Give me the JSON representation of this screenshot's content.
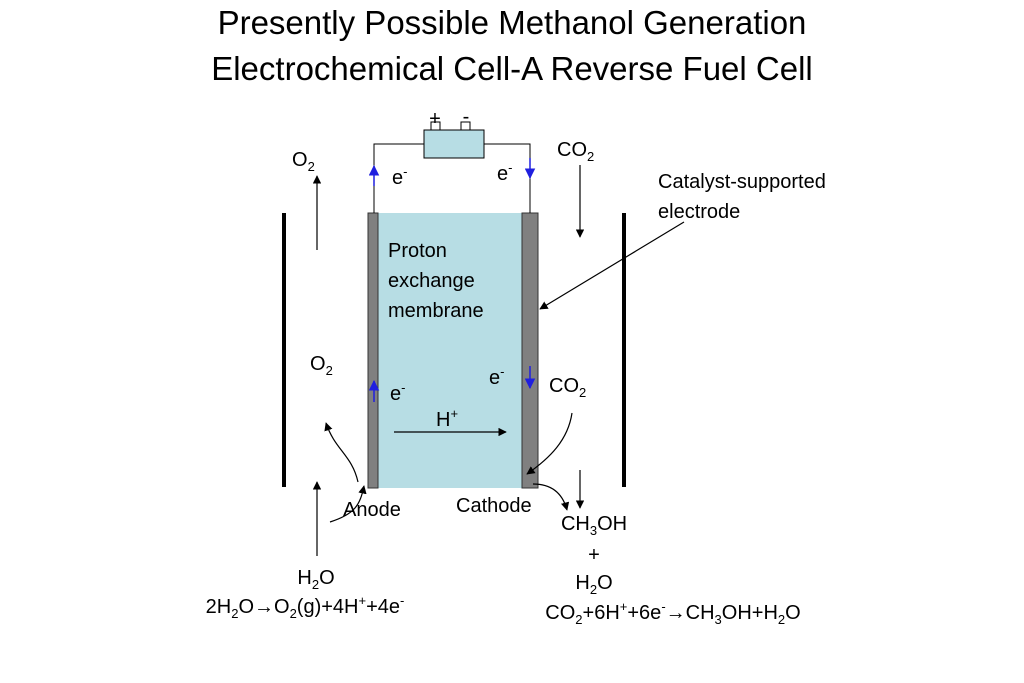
{
  "title": {
    "line1": "Presently Possible Methanol Generation",
    "line2": "Electrochemical Cell-A Reverse Fuel Cell"
  },
  "colors": {
    "membrane": "#b7dde4",
    "electrode": "#808080",
    "electron_arrow": "#1f1fdf",
    "battery": "#b7dde4"
  },
  "battery": {
    "plus": "+",
    "minus": "-"
  },
  "labels": {
    "membrane_l1": "Proton",
    "membrane_l2": "exchange",
    "membrane_l3": "membrane",
    "catalyst_l1": "Catalyst-supported",
    "catalyst_l2": "electrode",
    "anode": "Anode",
    "cathode": "Cathode",
    "proton": "H",
    "proton_sup": "+",
    "electron": "e",
    "electron_sup": "-",
    "o2_main": "O",
    "o2_sub": "2",
    "co2_main": "CO",
    "co2_sub": "2",
    "h2o_h": "H",
    "h2o_sub": "2",
    "h2o_o": "O",
    "plus_sign": "+",
    "ch3oh_ch": "CH",
    "ch3oh_sub": "3",
    "ch3oh_oh": "OH"
  },
  "equations": {
    "anode": [
      {
        "t": "2H"
      },
      {
        "t": "2",
        "k": "sub"
      },
      {
        "t": "O→O"
      },
      {
        "t": "2",
        "k": "sub"
      },
      {
        "t": "(g)+4H"
      },
      {
        "t": "+",
        "k": "sup"
      },
      {
        "t": "+4e"
      },
      {
        "t": "-",
        "k": "sup"
      }
    ],
    "cathode": [
      {
        "t": "CO"
      },
      {
        "t": "2",
        "k": "sub"
      },
      {
        "t": "+6H"
      },
      {
        "t": "+",
        "k": "sup"
      },
      {
        "t": "+6e"
      },
      {
        "t": "-",
        "k": "sup"
      },
      {
        "t": "→CH"
      },
      {
        "t": "3",
        "k": "sub"
      },
      {
        "t": "OH+H"
      },
      {
        "t": "2",
        "k": "sub"
      },
      {
        "t": "O"
      }
    ]
  }
}
